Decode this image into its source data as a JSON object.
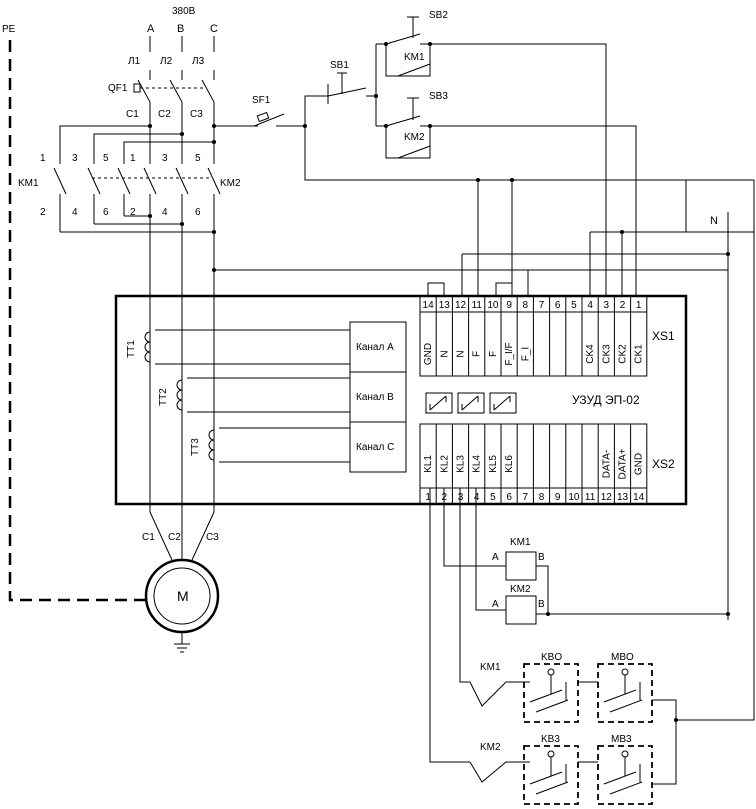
{
  "supply": {
    "voltage": "380В",
    "phases": [
      "A",
      "B",
      "C"
    ],
    "pe": "PE",
    "neutral": "N"
  },
  "breaker": {
    "name": "QF1",
    "inputs": [
      "Л1",
      "Л2",
      "Л3"
    ],
    "outputs": [
      "C1",
      "C2",
      "C3"
    ]
  },
  "control": {
    "sf1": "SF1",
    "sb1": "SB1",
    "sb2": "SB2",
    "sb3": "SB3",
    "km1_contact": "KM1",
    "km2_contact": "KM2"
  },
  "contactors": {
    "km1": {
      "name": "KM1",
      "top": [
        "1",
        "3",
        "5"
      ],
      "bottom": [
        "2",
        "4",
        "6"
      ]
    },
    "km2": {
      "name": "KM2",
      "top": [
        "1",
        "3",
        "5"
      ],
      "bottom": [
        "2",
        "4",
        "6"
      ]
    }
  },
  "device": {
    "name": "УЗУД ЭП-02",
    "xs1": "XS1",
    "xs2": "XS2",
    "xs1_pins": [
      "14",
      "13",
      "12",
      "11",
      "10",
      "9",
      "8",
      "7",
      "6",
      "5",
      "4",
      "3",
      "2",
      "1"
    ],
    "xs1_labels": [
      "GND",
      "N",
      "N",
      "F",
      "F",
      "F_I/F",
      "F_I",
      "",
      "",
      "",
      "CK4",
      "CK3",
      "CK2",
      "CK1"
    ],
    "xs2_pins": [
      "1",
      "2",
      "3",
      "4",
      "5",
      "6",
      "7",
      "8",
      "9",
      "10",
      "11",
      "12",
      "13",
      "14"
    ],
    "xs2_labels": [
      "KL1",
      "KL2",
      "KL3",
      "KL4",
      "KL5",
      "KL6",
      "",
      "",
      "",
      "",
      "",
      "DATA-",
      "DATA+",
      "GND"
    ],
    "channels": [
      "Канал A",
      "Канал B",
      "Канал C"
    ],
    "transformers": [
      "TT1",
      "TT2",
      "TT3"
    ]
  },
  "motor": {
    "label": "M",
    "terminals": [
      "C1",
      "C2",
      "C3"
    ]
  },
  "coils": [
    {
      "name": "KM1",
      "a": "A",
      "b": "B"
    },
    {
      "name": "KM2",
      "a": "A",
      "b": "B"
    }
  ],
  "limit_switches": [
    "KBO",
    "MBO",
    "KB3",
    "MB3"
  ],
  "aux_contacts": [
    "KM1",
    "KM2"
  ]
}
